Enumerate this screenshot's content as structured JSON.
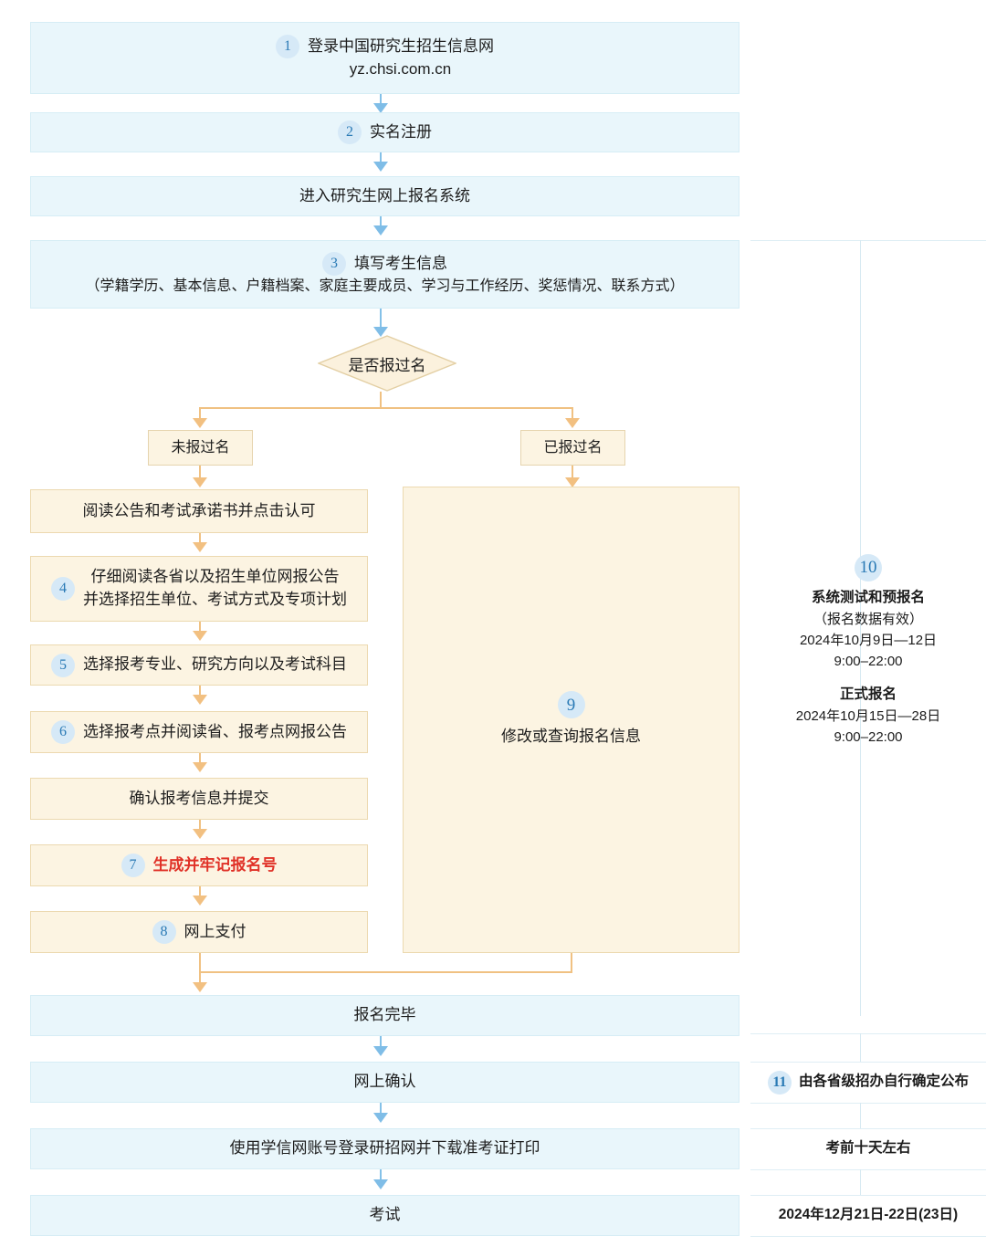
{
  "colors": {
    "blue_fill": "#e9f6fb",
    "blue_border": "#d6edf5",
    "cream_fill": "#fcf4e2",
    "cream_border": "#ecd9b0",
    "badge_fill": "#d6e9f7",
    "badge_text": "#2a7ab5",
    "arrow_blue": "#7fbde7",
    "arrow_cream": "#f2c081",
    "highlight_red": "#e03127"
  },
  "flow": {
    "step1": {
      "number": "1",
      "line1": "登录中国研究生招生信息网",
      "line2": "yz.chsi.com.cn"
    },
    "step2": {
      "number": "2",
      "label": "实名注册"
    },
    "enter_system": {
      "label": "进入研究生网上报名系统"
    },
    "step3": {
      "number": "3",
      "title": "填写考生信息",
      "detail": "（学籍学历、基本信息、户籍档案、家庭主要成员、学习与工作经历、奖惩情况、联系方式）"
    },
    "decision": {
      "label": "是否报过名"
    },
    "branch_left_label": "未报过名",
    "branch_right_label": "已报过名",
    "left_branch": [
      {
        "number": "",
        "label": "阅读公告和考试承诺书并点击认可"
      },
      {
        "number": "4",
        "line1": "仔细阅读各省以及招生单位网报公告",
        "line2": "并选择招生单位、考试方式及专项计划"
      },
      {
        "number": "5",
        "label": "选择报考专业、研究方向以及考试科目"
      },
      {
        "number": "6",
        "label": "选择报考点并阅读省、报考点网报公告"
      },
      {
        "number": "",
        "label": "确认报考信息并提交"
      },
      {
        "number": "7",
        "label": "生成并牢记报名号",
        "highlight": true
      },
      {
        "number": "8",
        "label": "网上支付"
      }
    ],
    "right_branch": {
      "number": "9",
      "label": "修改或查询报名信息"
    },
    "tail": [
      {
        "label": "报名完毕"
      },
      {
        "label": "网上确认"
      },
      {
        "label": "使用学信网账号登录研招网并下载准考证打印"
      },
      {
        "label": "考试"
      }
    ]
  },
  "timeline": {
    "registration": {
      "number": "10",
      "title_a": "系统测试和预报名",
      "note_a": "（报名数据有效）",
      "date_a": "2024年10月9日—12日",
      "time_a": "9:00–22:00",
      "title_b": "正式报名",
      "date_b": "2024年10月15日—28日",
      "time_b": "9:00–22:00"
    },
    "confirm": {
      "number": "11",
      "label": "由各省级招办自行确定公布"
    },
    "admit_card": {
      "label": "考前十天左右"
    },
    "exam": {
      "label": "2024年12月21日-22日(23日)"
    }
  }
}
